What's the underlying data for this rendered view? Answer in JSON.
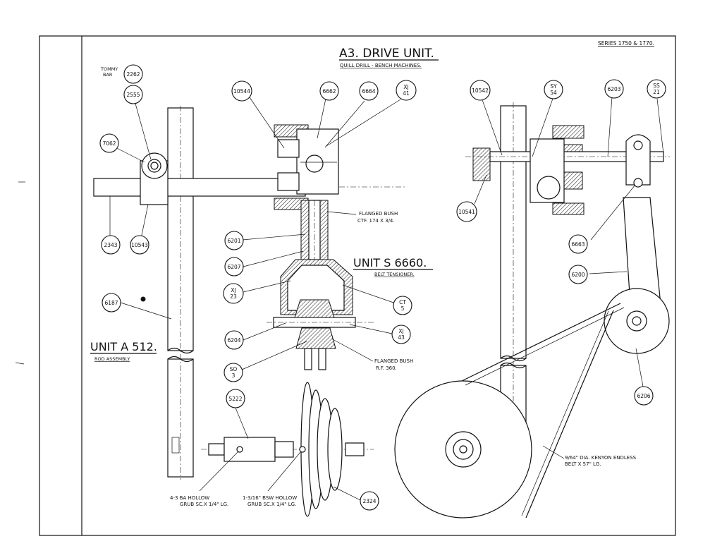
{
  "header": {
    "series": "SERIES 1750 & 1770.",
    "title": "A3. DRIVE UNIT.",
    "subtitle": "QUILL DRILL - BENCH MACHINES."
  },
  "units": {
    "rod_title": "UNIT A 512.",
    "rod_subtitle": "ROD ASSEMBLY",
    "tensioner_title": "UNIT S 6660.",
    "tensioner_subtitle": "BELT TENSIONER."
  },
  "labels": {
    "tommy": "TOMMY",
    "bar": "BAR",
    "flanged_bush_1a": "FLANGED BUSH",
    "flanged_bush_1b": "CTF. 174 X 3/4.",
    "flanged_bush_2a": "FLANGED BUSH",
    "flanged_bush_2b": "R.F. 360.",
    "grub1a": "4-3 BA HOLLOW",
    "grub1b": "GRUB SC.X 1/4\" LG.",
    "grub2a": "1-3/16\" BSW HOLLOW",
    "grub2b": "GRUB SC.X 1/4\" LG.",
    "belt_a": "9/64\" DIA. KENYON ENDLESS",
    "belt_b": "BELT X 57\" LG."
  },
  "parts": {
    "p2262": "2262",
    "p2555": "2555",
    "p7062": "7062",
    "p2343": "2343",
    "p10543": "10543",
    "p6187": "6187",
    "p10544": "10544",
    "p6662": "6662",
    "p6664": "6664",
    "pxj41a": "XJ",
    "pxj41b": "41",
    "p6201": "6201",
    "p6207": "6207",
    "pxj23a": "XJ",
    "pxj23b": "23",
    "pct5a": "CT",
    "pct5b": "5",
    "p6204": "6204",
    "pxj43a": "XJ",
    "pxj43b": "43",
    "pso3a": "SO",
    "pso3b": "3",
    "p5222": "5222",
    "p2324": "2324",
    "p10542": "10542",
    "psy54a": "SY",
    "psy54b": "54",
    "p6203": "6203",
    "pss21a": "SS",
    "pss21b": "21",
    "p10541": "10541",
    "p6663": "6663",
    "p6200": "6200",
    "p6206": "6206"
  }
}
